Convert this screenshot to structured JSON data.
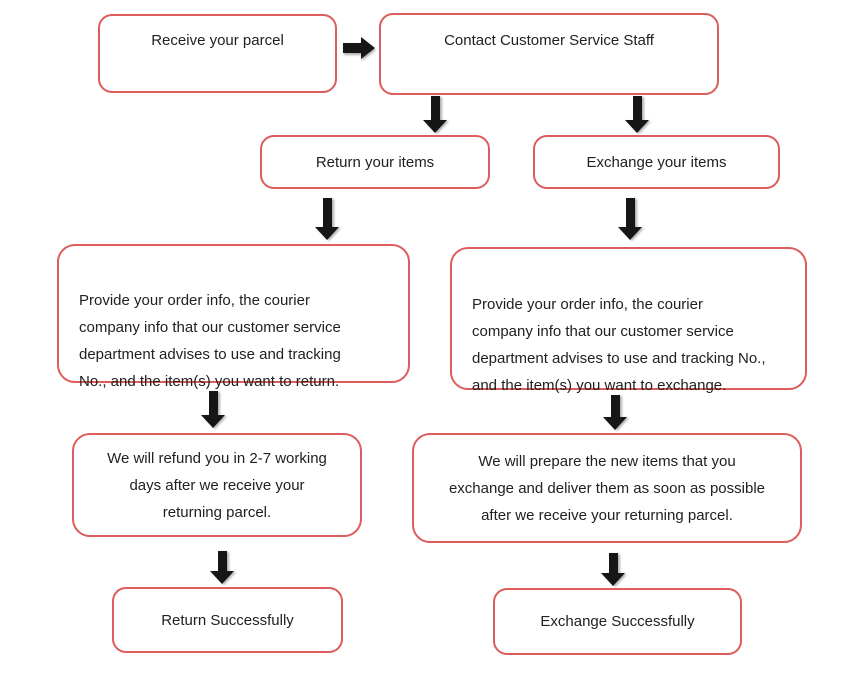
{
  "colors": {
    "box_border": "#dd5c5c",
    "arrow": "#161616",
    "text": "#212121",
    "background": "#ffffff"
  },
  "nodes": {
    "receive": {
      "label": "Receive your parcel"
    },
    "contact": {
      "label": "Contact Customer Service Staff"
    },
    "return_items": {
      "label": "Return your items"
    },
    "exchange_items": {
      "label": "Exchange your items"
    },
    "return_info": {
      "label": "Provide your order info, the courier\ncompany info that our customer service\ndepartment advises to use and tracking\nNo., and the item(s) you want to return."
    },
    "exchange_info": {
      "label": "Provide your order info, the courier\ncompany info that our customer service\ndepartment advises to use and tracking No.,\nand the item(s) you want to exchange."
    },
    "refund": {
      "label": "We will refund you in 2-7 working\ndays after we receive your\nreturning parcel."
    },
    "prepare": {
      "label": "We will prepare the new items that you\nexchange and deliver them as soon as possible\nafter we receive your returning parcel."
    },
    "return_success": {
      "label": "Return Successfully"
    },
    "exchange_success": {
      "label": "Exchange Successfully"
    }
  },
  "edges": [
    {
      "from": "receive",
      "to": "contact",
      "direction": "right"
    },
    {
      "from": "contact",
      "to": "return_items",
      "direction": "down"
    },
    {
      "from": "contact",
      "to": "exchange_items",
      "direction": "down"
    },
    {
      "from": "return_items",
      "to": "return_info",
      "direction": "down"
    },
    {
      "from": "exchange_items",
      "to": "exchange_info",
      "direction": "down"
    },
    {
      "from": "return_info",
      "to": "refund",
      "direction": "down"
    },
    {
      "from": "exchange_info",
      "to": "prepare",
      "direction": "down"
    },
    {
      "from": "refund",
      "to": "return_success",
      "direction": "down"
    },
    {
      "from": "prepare",
      "to": "exchange_success",
      "direction": "down"
    }
  ]
}
